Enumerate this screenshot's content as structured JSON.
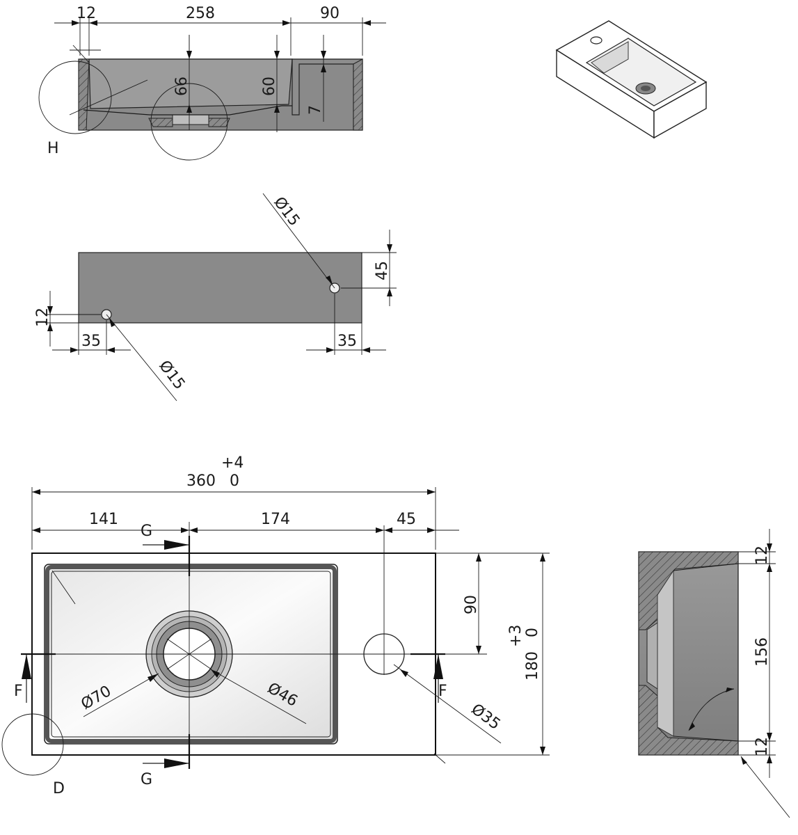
{
  "side_section": {
    "dims": {
      "d12": "12",
      "d258": "258",
      "d90": "90",
      "d66": "66",
      "d60": "60",
      "d7": "7"
    },
    "detail_label": "H"
  },
  "back_view": {
    "dims": {
      "d45": "45",
      "d12": "12",
      "d35_left": "35",
      "d35_right": "35",
      "dia_top": "Ø15",
      "dia_bottom": "Ø15"
    }
  },
  "top_view": {
    "dims": {
      "overall_width": "360",
      "width_tol_plus": "+4",
      "width_tol_minus": "0",
      "d141": "141",
      "d174": "174",
      "d45": "45",
      "d90": "90",
      "overall_depth": "180",
      "depth_tol_plus": "+3",
      "depth_tol_minus": "0",
      "dia70": "Ø70",
      "dia46": "Ø46",
      "dia35": "Ø35"
    },
    "section_labels": {
      "g_top": "G",
      "g_bottom": "G",
      "f_left": "F",
      "f_right": "F"
    },
    "detail_label": "D"
  },
  "end_section": {
    "dims": {
      "d12_top": "12",
      "d156": "156",
      "d12_bottom": "12"
    }
  }
}
